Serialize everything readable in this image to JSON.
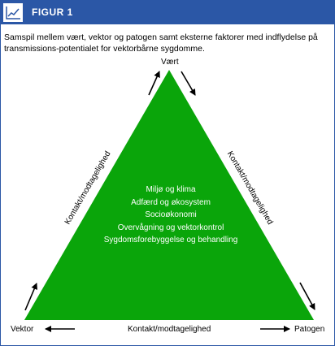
{
  "figure": {
    "title": "FIGUR 1",
    "caption": "Samspil mellem vært, vektor og patogen samt eksterne faktorer med indflydelse på transmissions-potentialet for vektorbårne sygdomme."
  },
  "nodes": {
    "top": "Vært",
    "bottom_left": "Vektor",
    "bottom_right": "Patogen"
  },
  "edges": {
    "left": "Kontakt/modtagelighed",
    "right": "Kontakt/modtagelighed",
    "bottom": "Kontakt/modtagelighed"
  },
  "factors": [
    "Miljø og klima",
    "Adfærd og økosystem",
    "Socioøkonomi",
    "Overvågning og vektorkontrol",
    "Sygdomsforebyggelse og behandling"
  ],
  "colors": {
    "header": "#2b57a6",
    "triangle": "#0aa50a",
    "text_on_triangle": "#ffffff"
  },
  "icons": {
    "header": "line-chart-icon"
  }
}
